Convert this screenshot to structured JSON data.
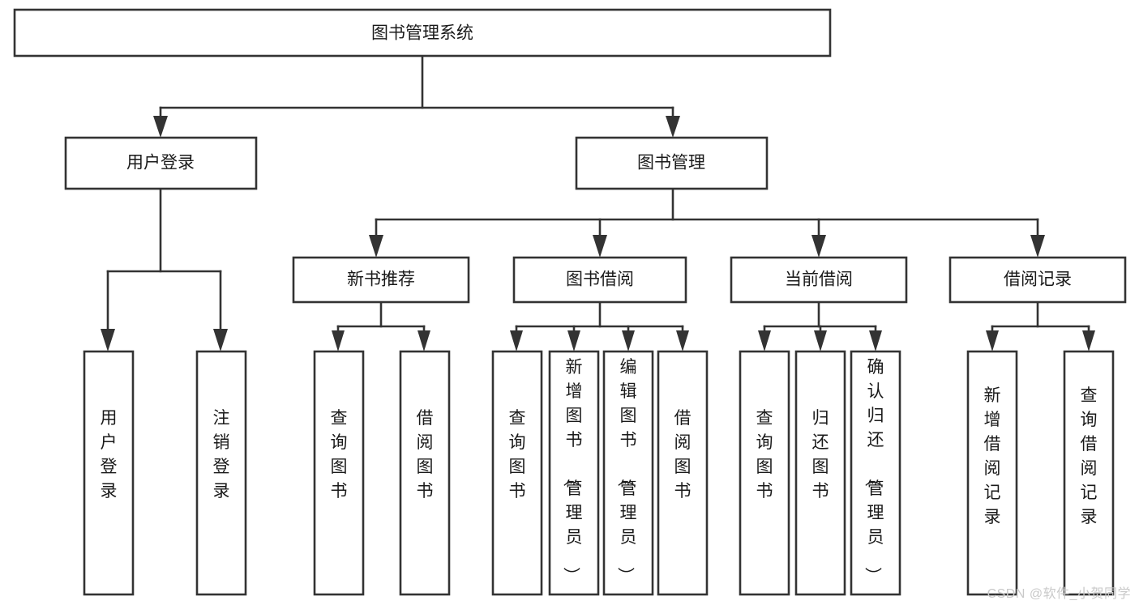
{
  "diagram": {
    "type": "tree-hierarchy-chart",
    "title": "图书管理系统",
    "background_color": "#ffffff",
    "line_color": "#333333",
    "text_color": "#1a1a1a",
    "watermark": "CSDN @软件_小贺同学",
    "root": {
      "id": "root",
      "label": "图书管理系统",
      "orientation": "horizontal"
    },
    "level2": [
      {
        "id": "user-login",
        "label": "用户登录",
        "orientation": "horizontal"
      },
      {
        "id": "book-management",
        "label": "图书管理",
        "orientation": "horizontal"
      }
    ],
    "level3": [
      {
        "id": "new-book-recommend",
        "label": "新书推荐",
        "parent": "book-management",
        "orientation": "horizontal"
      },
      {
        "id": "book-borrow",
        "label": "图书借阅",
        "parent": "book-management",
        "orientation": "horizontal"
      },
      {
        "id": "current-borrow",
        "label": "当前借阅",
        "parent": "book-management",
        "orientation": "horizontal"
      },
      {
        "id": "borrow-record",
        "label": "借阅记录",
        "parent": "book-management",
        "orientation": "horizontal"
      }
    ],
    "leaves": [
      {
        "id": "leaf-user-login",
        "label": "用户登录",
        "parent": "user-login",
        "orientation": "vertical"
      },
      {
        "id": "leaf-user-logout",
        "label": "注销登录",
        "parent": "user-login",
        "orientation": "vertical"
      },
      {
        "id": "leaf-query-book-1",
        "label": "查询图书",
        "parent": "new-book-recommend",
        "orientation": "vertical"
      },
      {
        "id": "leaf-borrow-book-1",
        "label": "借阅图书",
        "parent": "new-book-recommend",
        "orientation": "vertical"
      },
      {
        "id": "leaf-query-book-2",
        "label": "查询图书",
        "parent": "book-borrow",
        "orientation": "vertical"
      },
      {
        "id": "leaf-add-book",
        "label": "新增图书（管理员）",
        "parent": "book-borrow",
        "orientation": "vertical"
      },
      {
        "id": "leaf-edit-book",
        "label": "编辑图书（管理员）",
        "parent": "book-borrow",
        "orientation": "vertical"
      },
      {
        "id": "leaf-borrow-book-2",
        "label": "借阅图书",
        "parent": "book-borrow",
        "orientation": "vertical"
      },
      {
        "id": "leaf-query-book-3",
        "label": "查询图书",
        "parent": "current-borrow",
        "orientation": "vertical"
      },
      {
        "id": "leaf-return-book",
        "label": "归还图书",
        "parent": "current-borrow",
        "orientation": "vertical"
      },
      {
        "id": "leaf-confirm-return",
        "label": "确认归还（管理员）",
        "parent": "current-borrow",
        "orientation": "vertical"
      },
      {
        "id": "leaf-add-record",
        "label": "新增借阅记录",
        "parent": "borrow-record",
        "orientation": "vertical"
      },
      {
        "id": "leaf-query-record",
        "label": "查询借阅记录",
        "parent": "borrow-record",
        "orientation": "vertical"
      }
    ]
  }
}
